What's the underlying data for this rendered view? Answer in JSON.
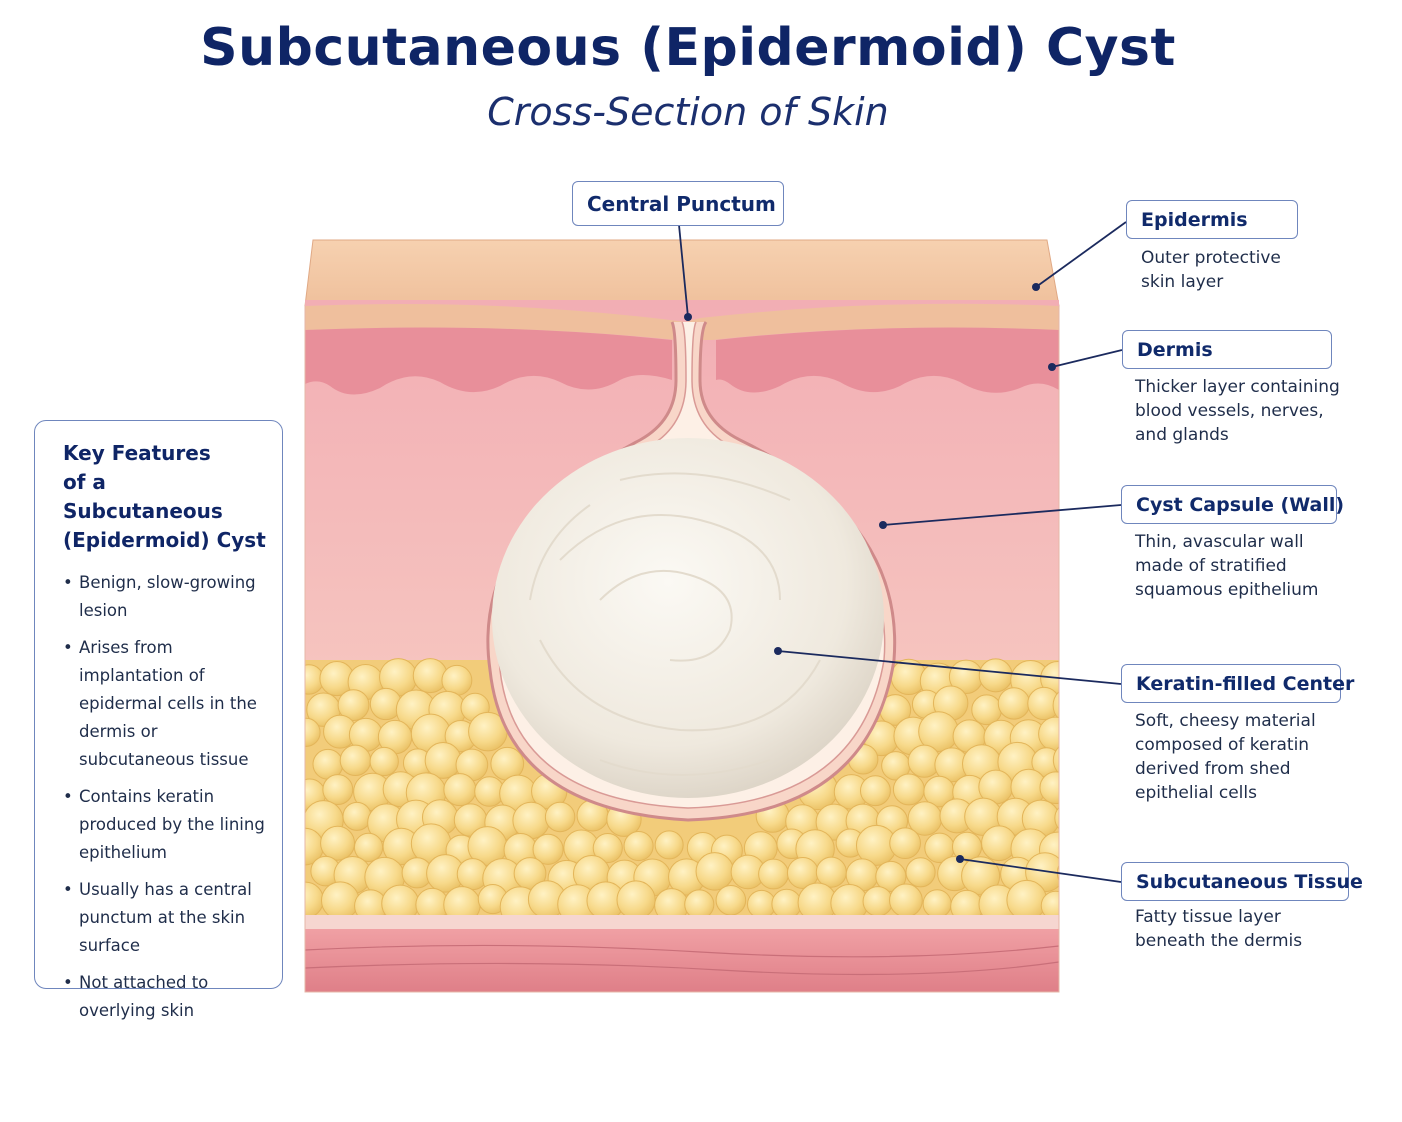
{
  "title": "Subcutaneous (Epidermoid) Cyst",
  "subtitle": "Cross-Section of Skin",
  "labels": {
    "central_punctum": "Central Punctum",
    "epidermis": {
      "title": "Epidermis",
      "desc": "Outer protective\nskin layer"
    },
    "dermis": {
      "title": "Dermis",
      "desc": "Thicker layer containing\nblood vessels, nerves,\nand glands"
    },
    "cyst_capsule": {
      "title": "Cyst Capsule (Wall)",
      "desc": "Thin, avascular wall\nmade of stratified\nsquamous epithelium"
    },
    "keratin_center": {
      "title": "Keratin-filled Center",
      "desc": "Soft, cheesy material\ncomposed of keratin\nderived from shed\nepithelial cells"
    },
    "subcutaneous": {
      "title": "Subcutaneous Tissue",
      "desc": "Fatty tissue layer\nbeneath the dermis"
    }
  },
  "features": {
    "title": "Key Features\nof a Subcutaneous\n(Epidermoid) Cyst",
    "items": [
      "Benign, slow-growing lesion",
      "Arises from implantation of epidermal cells in the dermis or subcutaneous tissue",
      "Contains keratin produced by the lining epithelium",
      "Usually has a central punctum at the skin surface",
      "Not attached to overlying skin"
    ]
  },
  "colors": {
    "title": "#0f2566",
    "leader": "#1b2a5e",
    "epidermis": "#f3c9a6",
    "dermis": "#f4b9b9",
    "fat": "#f7d98a",
    "muscle": "#e8848c",
    "keratin": "#f3efe8"
  }
}
